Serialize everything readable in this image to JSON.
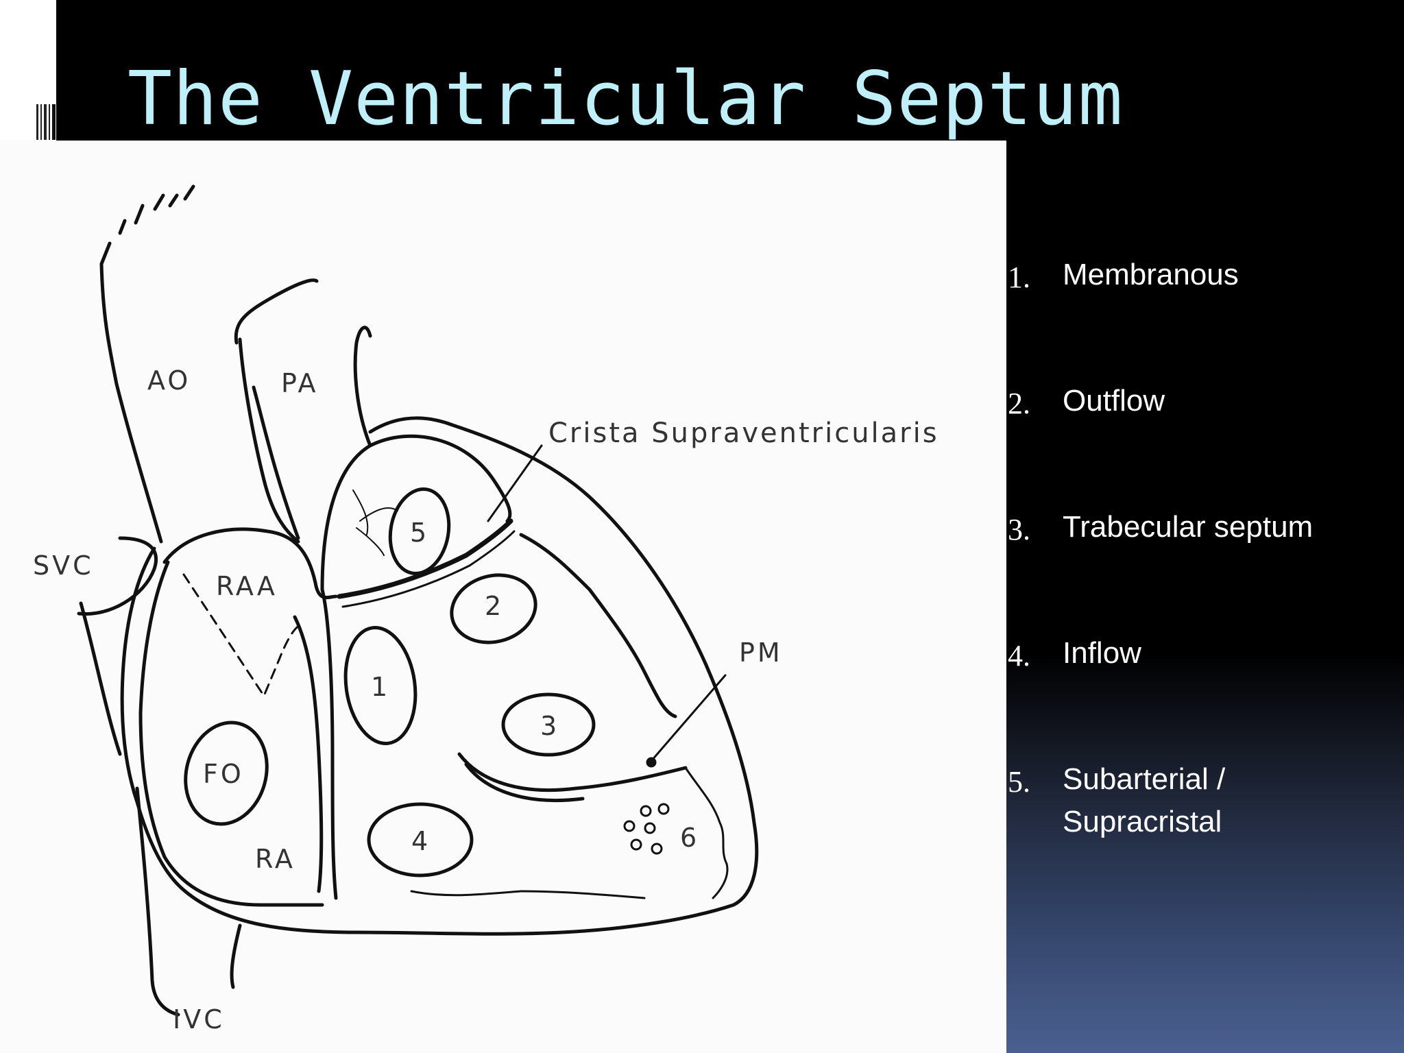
{
  "slide": {
    "title": "The Ventricular Septum"
  },
  "diagram_labels": {
    "ao": "AO",
    "pa": "PA",
    "svc": "SVC",
    "raa": "RAA",
    "ra": "RA",
    "fo": "FO",
    "ivc": "IVC",
    "pm": "PM",
    "crista": "Crista Supraventricularis",
    "region1": "1",
    "region2": "2",
    "region3": "3",
    "region4": "4",
    "region5": "5",
    "region6": "6"
  },
  "list": [
    {
      "num": "1.",
      "text": "Membranous"
    },
    {
      "num": "2.",
      "text": "Outflow"
    },
    {
      "num": "3.",
      "text": "Trabecular septum"
    },
    {
      "num": "4.",
      "text": "Inflow"
    },
    {
      "num": "5.",
      "text": "Subarterial / Supracristal"
    }
  ]
}
